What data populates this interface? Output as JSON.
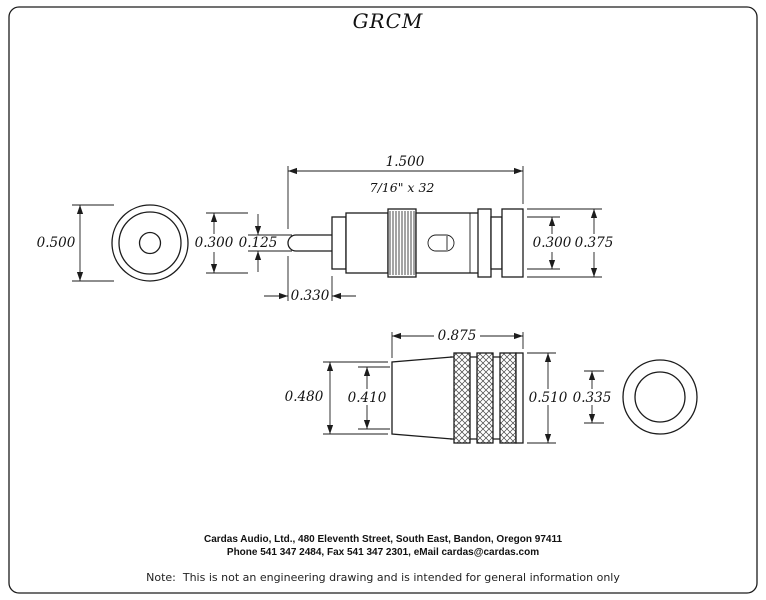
{
  "title": "GRCM",
  "drawing": {
    "thread_label": "7/16\" x 32",
    "dimensions": {
      "front_diameter": "0.500",
      "body_diameter": "0.300",
      "pin_diameter": "0.125",
      "pin_length": "0.330",
      "overall_length": "1.500",
      "neck_diameter": "0.300",
      "max_diameter": "0.375",
      "shell_length": "0.875",
      "shell_front_diameter": "0.480",
      "shell_bore_diameter": "0.410",
      "shell_diameter": "0.510",
      "ring_bore_diameter": "0.335"
    }
  },
  "footer": {
    "address": "Cardas Audio, Ltd., 480 Eleventh Street, South East, Bandon, Oregon 97411",
    "contact": "Phone 541 347 2484, Fax 541 347 2301, eMail cardas@cardas.com"
  },
  "note": {
    "label": "Note:",
    "text": "This is not an engineering drawing and is intended for general information only"
  }
}
